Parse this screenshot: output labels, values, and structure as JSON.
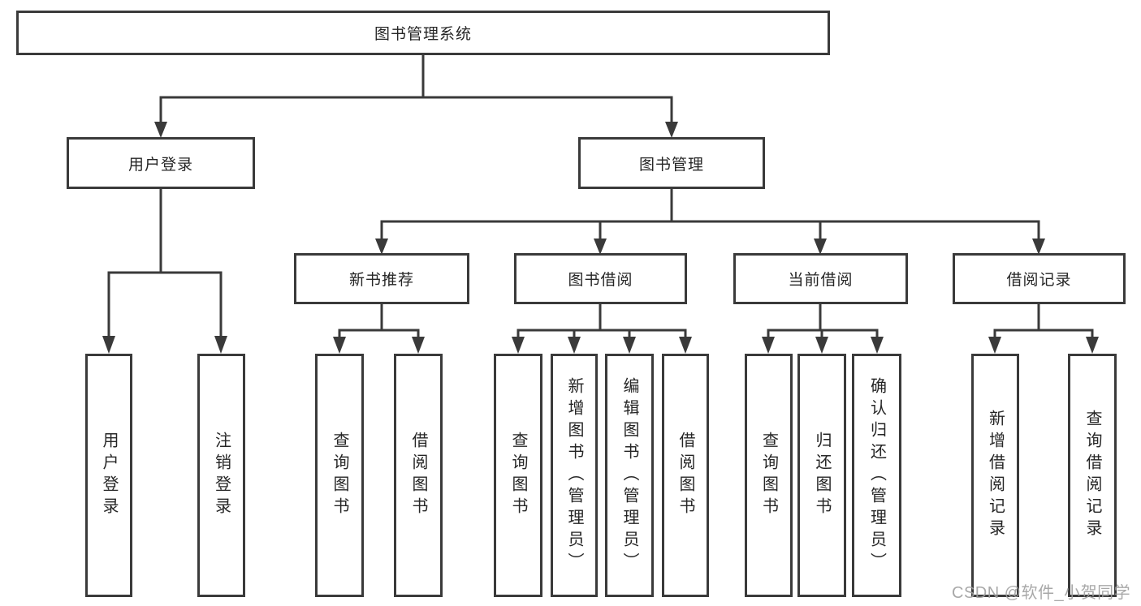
{
  "chart": {
    "type": "org-hierarchy-diagram",
    "root": "图书管理系统",
    "level2": [
      "用户登录",
      "图书管理"
    ],
    "level3": [
      "新书推荐",
      "图书借阅",
      "当前借阅",
      "借阅记录"
    ],
    "leaves_login": [
      "用户登录",
      "注销登录"
    ],
    "leaves_newbook": [
      "查询图书",
      "借阅图书"
    ],
    "leaves_borrow": [
      "查询图书",
      "新增图书（管理员）",
      "编辑图书（管理员）",
      "借阅图书"
    ],
    "leaves_current": [
      "查询图书",
      "归还图书",
      "确认归还（管理员）"
    ],
    "leaves_record": [
      "新增借阅记录",
      "查询借阅记录"
    ],
    "watermark": "CSDN @软件_小贺同学",
    "colors": {
      "line": "#3a3a3a",
      "box_border": "#3a3a3a",
      "text": "#262626",
      "watermark": "#9e9e9e",
      "background": "#ffffff"
    }
  }
}
